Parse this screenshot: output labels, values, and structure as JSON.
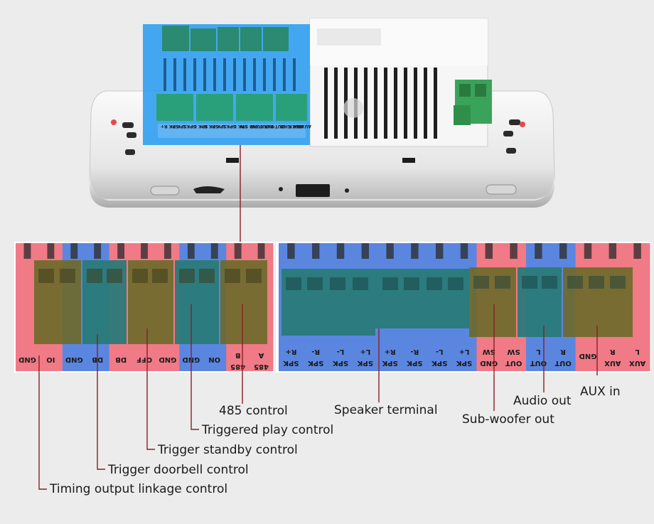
{
  "colors": {
    "background": "#ececec",
    "panel_red": "#f07a86",
    "panel_blue": "#5b86e0",
    "highlight_blue": "#2a9df0",
    "terminal_olive": "#6e6a2c",
    "terminal_teal": "#2a7a78",
    "terminal_green": "#3aa35a",
    "leader_line": "#8a1e24"
  },
  "device": {
    "small_labels": [
      "SPK R+",
      "SPK R-",
      "SPK L-",
      "SPK L+",
      "SPK R+",
      "SPK R-",
      "SPK L-",
      "SPK L+",
      "GND SW",
      "OUT SW",
      "OUT L",
      "OUT R",
      "AUX GND",
      "AUX R",
      "AUX L"
    ]
  },
  "left_block": {
    "columns": [
      {
        "text": "GND",
        "color": "red"
      },
      {
        "text": "IO",
        "color": "red"
      },
      {
        "text": "GND",
        "color": "blue"
      },
      {
        "text": "DB",
        "color": "blue"
      },
      {
        "text": "DB",
        "color": "red"
      },
      {
        "text": "OFF",
        "color": "red"
      },
      {
        "text": "GND",
        "color": "red"
      },
      {
        "text": "GND",
        "color": "blue"
      },
      {
        "text": "ON",
        "color": "blue"
      },
      {
        "text": "485 B",
        "color": "red"
      },
      {
        "text": "485 A",
        "color": "red"
      }
    ]
  },
  "right_block": {
    "columns": [
      {
        "text": "SPK R+",
        "color": "blue"
      },
      {
        "text": "SPK R-",
        "color": "blue"
      },
      {
        "text": "SPK L-",
        "color": "blue"
      },
      {
        "text": "SPK L+",
        "color": "blue"
      },
      {
        "text": "SPK R+",
        "color": "blue"
      },
      {
        "text": "SPK R-",
        "color": "blue"
      },
      {
        "text": "SPK L-",
        "color": "blue"
      },
      {
        "text": "SPK L+",
        "color": "blue"
      },
      {
        "text": "GND SW",
        "color": "red"
      },
      {
        "text": "OUT SW",
        "color": "red"
      },
      {
        "text": "OUT L",
        "color": "blue"
      },
      {
        "text": "OUT R",
        "color": "blue"
      },
      {
        "text": "GND",
        "color": "red"
      },
      {
        "text": "AUX R",
        "color": "red"
      },
      {
        "text": "AUX L",
        "color": "red"
      }
    ]
  },
  "callouts": {
    "c485": "485 control",
    "triggered_play": "Triggered play control",
    "trigger_standby": "Trigger standby control",
    "trigger_doorbell": "Trigger doorbell control",
    "timing_output": "Timing output linkage control",
    "speaker_terminal": "Speaker terminal",
    "subwoofer_out": "Sub-woofer out",
    "audio_out": "Audio out",
    "aux_in": "AUX in"
  }
}
